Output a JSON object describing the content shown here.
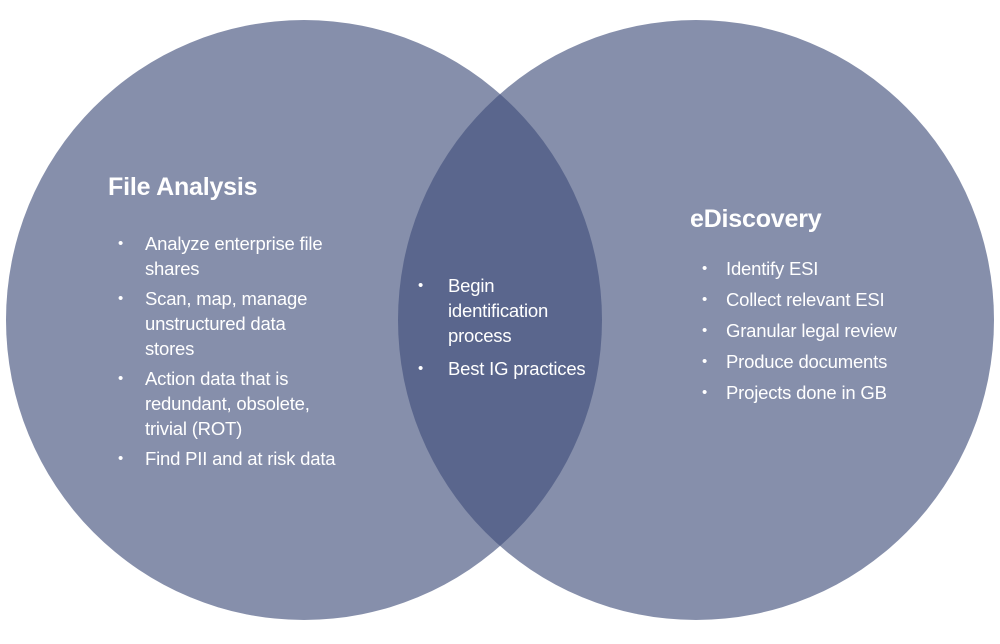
{
  "ui": {
    "bullet": "•",
    "colors": {
      "background": "#FFFFFF",
      "circle_fill_single": "#858FAB",
      "circle_fill_overlap": "#5A668E",
      "text": "#FFFFFF"
    }
  },
  "venn": {
    "left": {
      "title": "File Analysis",
      "items": [
        "Analyze enterprise file\nshares",
        "Scan, map, manage\nunstructured data\nstores",
        "Action data that is\nredundant, obsolete,\ntrivial (ROT)",
        "Find PII and at risk data"
      ]
    },
    "overlap": {
      "items": [
        "Begin\nidentification\nprocess",
        "Best IG practices"
      ]
    },
    "right": {
      "title": "eDiscovery",
      "items": [
        "Identify ESI",
        "Collect relevant ESI",
        "Granular legal review",
        "Produce documents",
        "Projects done in GB"
      ]
    }
  }
}
